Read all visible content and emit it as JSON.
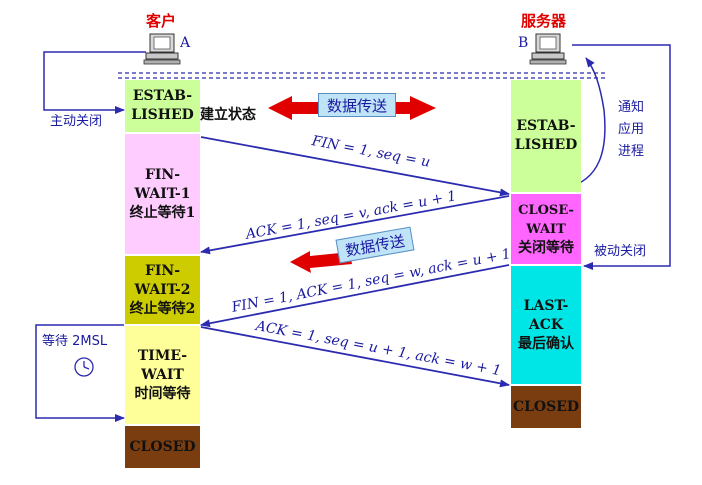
{
  "hosts": {
    "client_title": "客户",
    "server_title": "服务器",
    "client_letter": "A",
    "server_letter": "B"
  },
  "client_states": [
    {
      "line1": "ESTAB-",
      "line2": "LISHED",
      "color": "#ccff99"
    },
    {
      "line1": "FIN-WAIT-1",
      "line2": "终止等待1",
      "color": "#ffccff"
    },
    {
      "line1": "FIN-WAIT-2",
      "line2": "终止等待2",
      "color": "#cccc00"
    },
    {
      "line1": "TIME-WAIT",
      "line2": "时间等待",
      "color": "#ffff99"
    },
    {
      "line1": "CLOSED",
      "line2": "",
      "color": "#7a3d10"
    }
  ],
  "server_states": [
    {
      "line1": "ESTAB-",
      "line2": "LISHED",
      "color": "#ccff99"
    },
    {
      "line1": "CLOSE-WAIT",
      "line2": "关闭等待",
      "color": "#ff66ff"
    },
    {
      "line1": "LAST-ACK",
      "line2": "最后确认",
      "color": "#00e5e5"
    },
    {
      "line1": "CLOSED",
      "line2": "",
      "color": "#7a3d10"
    }
  ],
  "labels": {
    "established_state": "建立状态",
    "active_close": "主动关闭",
    "notify_app": [
      "通知",
      "应用",
      "进程"
    ],
    "passive_close": "被动关闭",
    "wait_2msl": "等待 2MSL",
    "data_transfer_1": "数据传送",
    "data_transfer_2": "数据传送"
  },
  "messages": [
    {
      "text": "FIN = 1, seq = u"
    },
    {
      "text": "ACK = 1, seq = v, ack = u + 1"
    },
    {
      "text": "FIN = 1, ACK = 1, seq = w, ack = u + 1"
    },
    {
      "text": "ACK = 1, seq = u + 1, ack = w + 1"
    }
  ],
  "colors": {
    "arrow": "#2b2bb0",
    "data_arrow": "#e00000",
    "title": "#e00000"
  }
}
